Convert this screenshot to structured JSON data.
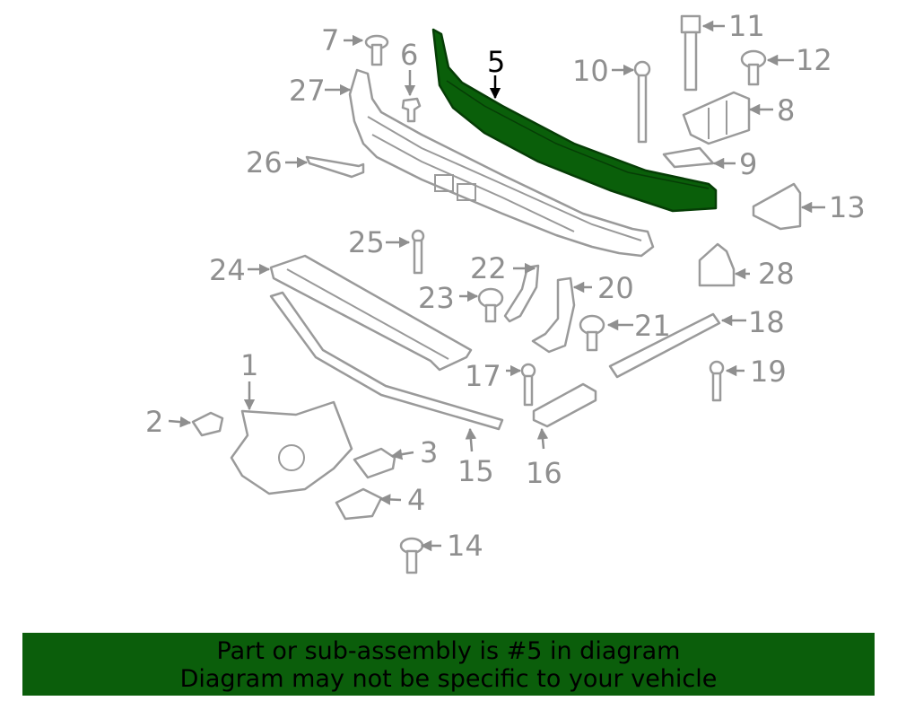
{
  "diagram": {
    "highlighted_part": "5",
    "callouts": [
      "1",
      "2",
      "3",
      "4",
      "5",
      "6",
      "7",
      "8",
      "9",
      "10",
      "11",
      "12",
      "13",
      "14",
      "15",
      "16",
      "17",
      "18",
      "19",
      "20",
      "21",
      "22",
      "23",
      "24",
      "25",
      "26",
      "27",
      "28"
    ]
  },
  "banner": {
    "line1": "Part or sub-assembly is #5 in diagram",
    "line2": "Diagram may not be specific to your vehicle",
    "background": "#0b5e0b"
  },
  "colors": {
    "part_stroke": "#9a9a9a",
    "highlight_fill": "#0a5f0a",
    "callout_text": "#8f8f8f"
  }
}
